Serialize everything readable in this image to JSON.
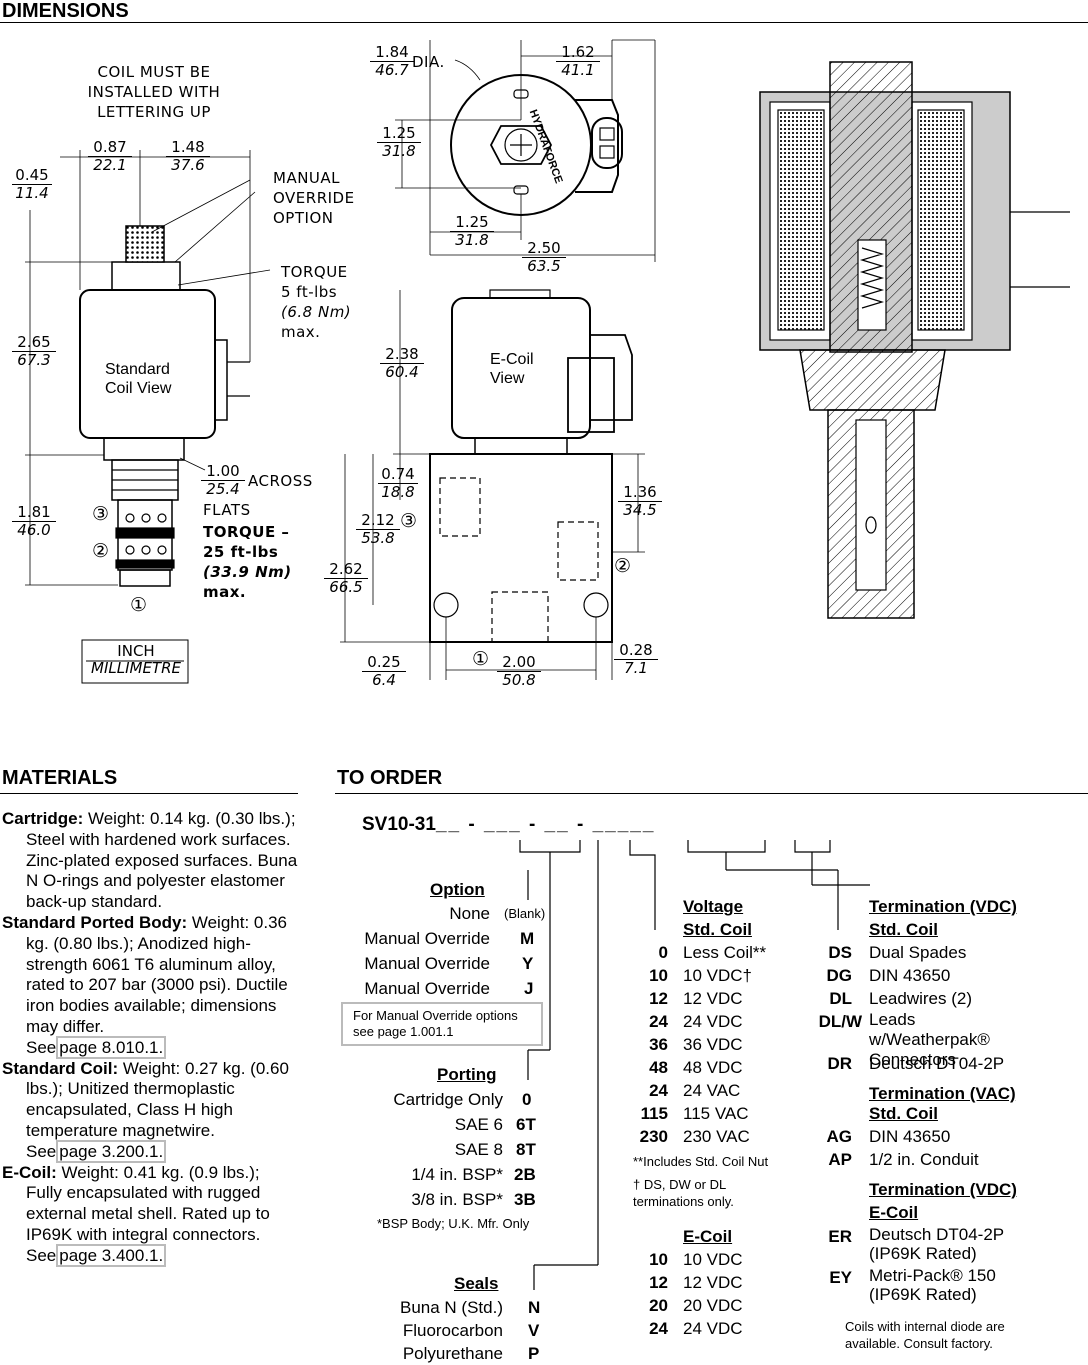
{
  "dimensions": {
    "title": "DIMENSIONS",
    "coil_note": [
      "COIL MUST BE",
      "INSTALLED WITH",
      "LETTERING UP"
    ],
    "manual_override_note": [
      "MANUAL",
      "OVERRIDE",
      "OPTION"
    ],
    "torque_coil": [
      "TORQUE",
      "5 ft-lbs",
      "(6.8 Nm)",
      "max."
    ],
    "across_flats": [
      "ACROSS",
      "FLATS"
    ],
    "torque_cartridge": [
      "TORQUE –",
      "25 ft-lbs",
      "(33.9 Nm)",
      "max."
    ],
    "standard_coil_view": [
      "Standard",
      "Coil View"
    ],
    "ecoil_view": [
      "E-Coil",
      "View"
    ],
    "units_legend": {
      "inch": "INCH",
      "mm": "MILLIMETRE"
    },
    "dia_label": "DIA.",
    "brand": "HYDRAFORCE",
    "ports": [
      "①",
      "②",
      "③"
    ],
    "values": {
      "d045": [
        "0.45",
        "11.4"
      ],
      "d087": [
        "0.87",
        "22.1"
      ],
      "d148": [
        "1.48",
        "37.6"
      ],
      "d265": [
        "2.65",
        "67.3"
      ],
      "d181": [
        "1.81",
        "46.0"
      ],
      "d100": [
        "1.00",
        "25.4"
      ],
      "d184": [
        "1.84",
        "46.7"
      ],
      "d162": [
        "1.62",
        "41.1"
      ],
      "d125a": [
        "1.25",
        "31.8"
      ],
      "d125b": [
        "1.25",
        "31.8"
      ],
      "d250": [
        "2.50",
        "63.5"
      ],
      "d238": [
        "2.38",
        "60.4"
      ],
      "d074": [
        "0.74",
        "18.8"
      ],
      "d212": [
        "2.12",
        "53.8"
      ],
      "d262": [
        "2.62",
        "66.5"
      ],
      "d136": [
        "1.36",
        "34.5"
      ],
      "d025": [
        "0.25",
        "6.4"
      ],
      "d200": [
        "2.00",
        "50.8"
      ],
      "d028": [
        "0.28",
        "7.1"
      ]
    }
  },
  "materials": {
    "title": "MATERIALS",
    "cartridge_label": "Cartridge:",
    "cartridge_text": "Weight: 0.14 kg. (0.30 lbs.); Steel with hardened work surfaces. Zinc-plated exposed surfaces. Buna N O-rings and polyester elastomer back-up standard.",
    "body_label": "Standard Ported Body:",
    "body_text": "Weight: 0.36 kg. (0.80 lbs.); Anodized high-strength 6061 T6 aluminum alloy, rated to 207 bar (3000 psi). Ductile iron bodies available; dimensions may differ.",
    "body_see": "See",
    "body_link": "page 8.010.1.",
    "coil_label": "Standard Coil:",
    "coil_text": "Weight: 0.27 kg. (0.60 lbs.); Unitized thermoplastic encapsulated, Class H high temperature magnetwire.",
    "coil_see": "See",
    "coil_link": "page 3.200.1.",
    "ecoil_label": "E-Coil:",
    "ecoil_text": "Weight: 0.41 kg. (0.9 lbs.); Fully encapsulated with rugged external metal shell. Rated up to IP69K with integral connectors.",
    "ecoil_see": "See",
    "ecoil_link": "page 3.400.1."
  },
  "order": {
    "title": "TO ORDER",
    "model": "SV10-31",
    "option_header": "Option",
    "options": [
      {
        "label": "None",
        "code": "(Blank)"
      },
      {
        "label": "Manual Override",
        "code": "M"
      },
      {
        "label": "Manual Override",
        "code": "Y"
      },
      {
        "label": "Manual Override",
        "code": "J"
      }
    ],
    "override_note": "For Manual Override options see page 1.001.1",
    "porting_header": "Porting",
    "porting": [
      {
        "label": "Cartridge Only",
        "code": "0"
      },
      {
        "label": "SAE 6",
        "code": "6T"
      },
      {
        "label": "SAE 8",
        "code": "8T"
      },
      {
        "label": "1/4 in. BSP*",
        "code": "2B"
      },
      {
        "label": "3/8 in. BSP*",
        "code": "3B"
      }
    ],
    "bsp_note": "*BSP Body; U.K. Mfr. Only",
    "seals_header": "Seals",
    "seals": [
      {
        "label": "Buna N (Std.)",
        "code": "N"
      },
      {
        "label": "Fluorocarbon",
        "code": "V"
      },
      {
        "label": "Polyurethane",
        "code": "P"
      }
    ],
    "voltage_header": "Voltage",
    "std_coil_header": "Std. Coil",
    "voltages": [
      {
        "code": "0",
        "label": "Less Coil**"
      },
      {
        "code": "10",
        "label": "10 VDC†"
      },
      {
        "code": "12",
        "label": "12 VDC"
      },
      {
        "code": "24",
        "label": "24 VDC"
      },
      {
        "code": "36",
        "label": "36 VDC"
      },
      {
        "code": "48",
        "label": "48 VDC"
      },
      {
        "code": "24",
        "label": "24 VAC"
      },
      {
        "code": "115",
        "label": "115 VAC"
      },
      {
        "code": "230",
        "label": "230 VAC"
      }
    ],
    "note_less_coil": "**Includes Std. Coil Nut",
    "note_dagger": "† DS, DW or DL terminations only.",
    "ecoil_header": "E-Coil",
    "ecoil_voltages": [
      {
        "code": "10",
        "label": "10 VDC"
      },
      {
        "code": "12",
        "label": "12 VDC"
      },
      {
        "code": "20",
        "label": "20 VDC"
      },
      {
        "code": "24",
        "label": "24 VDC"
      }
    ],
    "term_vdc_header": "Termination (VDC)",
    "term_std_coil": "Std. Coil",
    "term_vdc": [
      {
        "code": "DS",
        "label": "Dual Spades"
      },
      {
        "code": "DG",
        "label": "DIN 43650"
      },
      {
        "code": "DL",
        "label": "Leadwires (2)"
      },
      {
        "code": "DL/W",
        "label": "Leads w/Weatherpak® Connectors"
      },
      {
        "code": "DR",
        "label": "Deutsch DT04-2P"
      }
    ],
    "term_vac_header": "Termination (VAC)",
    "term_vac_std_coil": "Std. Coil",
    "term_vac": [
      {
        "code": "AG",
        "label": "DIN 43650"
      },
      {
        "code": "AP",
        "label": "1/2 in. Conduit"
      }
    ],
    "term_ecoil_header": "Termination (VDC)",
    "term_ecoil_sub": "E-Coil",
    "term_ecoil": [
      {
        "code": "ER",
        "label": "Deutsch DT04-2P (IP69K Rated)"
      },
      {
        "code": "EY",
        "label": "Metri-Pack® 150 (IP69K Rated)"
      }
    ],
    "diode_note": "Coils with internal diode are available. Consult factory."
  }
}
